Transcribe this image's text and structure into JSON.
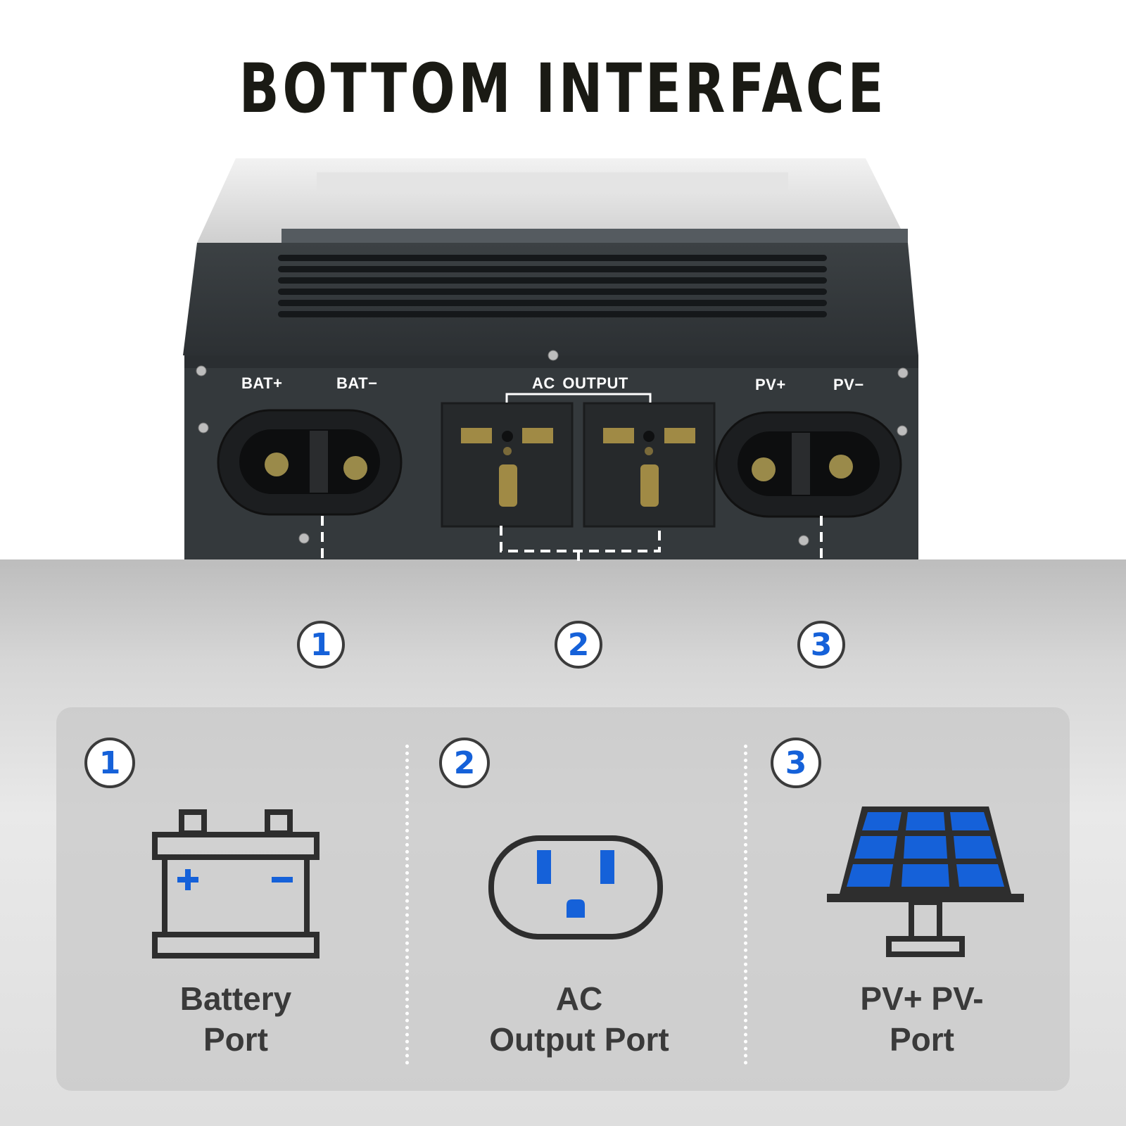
{
  "title": "BOTTOM INTERFACE",
  "device": {
    "labels": {
      "bat_plus": "BAT+",
      "bat_minus": "BAT−",
      "ac_output": "AC OUTPUT",
      "pv_plus": "PV+",
      "pv_minus": "PV−"
    }
  },
  "callouts": [
    "1",
    "2",
    "3"
  ],
  "features": [
    {
      "number": "1",
      "icon": "battery-icon",
      "line1": "Battery",
      "line2": "Port"
    },
    {
      "number": "2",
      "icon": "ac-outlet-icon",
      "line1": "AC",
      "line2": "Output Port"
    },
    {
      "number": "3",
      "icon": "solar-panel-icon",
      "line1": "PV+ PV-",
      "line2": "Port"
    }
  ],
  "colors": {
    "accent_blue": "#1561d9",
    "device_body": "#3a3f42",
    "panel_bg": "#c8c8c8",
    "title": "#1a1a14"
  }
}
